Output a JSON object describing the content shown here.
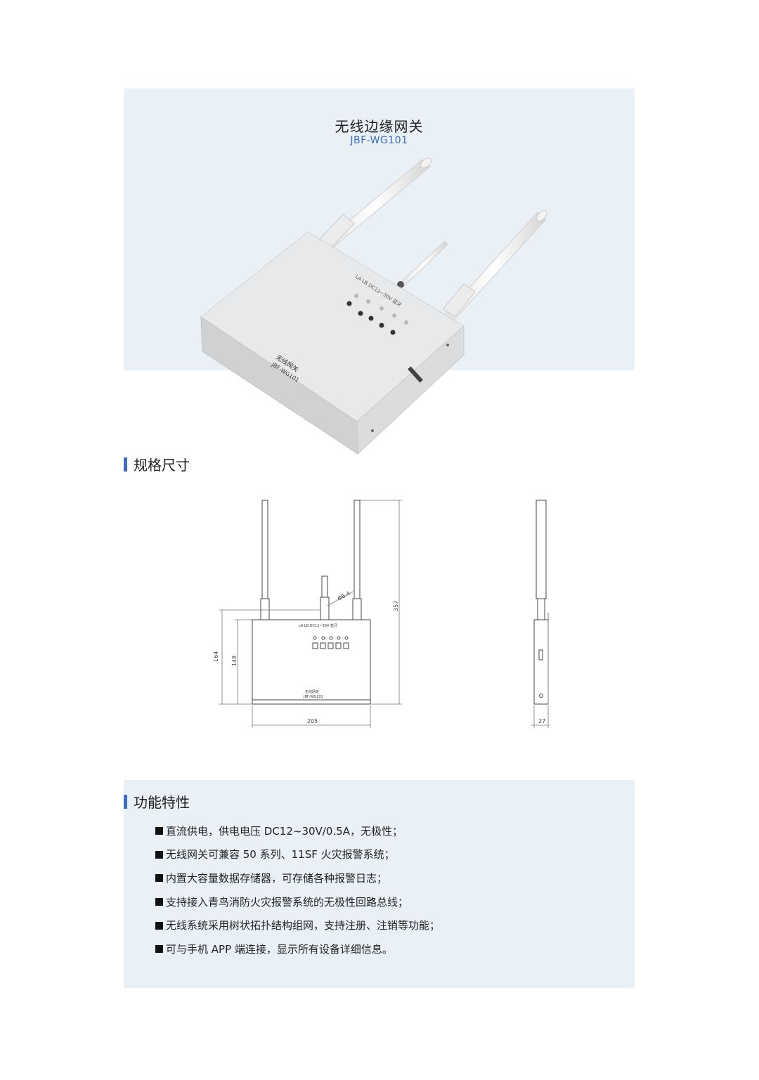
{
  "hero": {
    "title": "无线边缘网关",
    "model": "JBF-WG101"
  },
  "device": {
    "panel_header": "LA LB  DC12~30V  蓝牙",
    "front_label_line1": "无线网关",
    "front_label_line2": "JBF-WG101"
  },
  "spec": {
    "heading": "规格尺寸",
    "dim_width": "205",
    "dim_height_outer": "164",
    "dim_height_inner": "148",
    "dim_total_height": "357",
    "dim_antenna_diameter": "Φ6.4",
    "dim_depth": "27",
    "drawing_header": "LA LB DC12~30V  蓝牙",
    "drawing_label_line1": "无线网关",
    "drawing_label_line2": "JBF-WG101"
  },
  "features": {
    "heading": "功能特性",
    "items": [
      "直流供电，供电电压 DC12~30V/0.5A，无极性；",
      "无线网关可兼容 50 系列、11SF 火灾报警系统；",
      "内置大容量数据存储器，可存储各种报警日志；",
      "支持接入青鸟消防火灾报警系统的无极性回路总线；",
      "无线系统采用树状拓扑结构组网，支持注册、注销等功能；",
      "可与手机 APP 端连接，显示所有设备详细信息。"
    ]
  },
  "colors": {
    "accent": "#3b6fc6",
    "panel_bg": "#e9f0f6",
    "device_body": "#e6e7e8"
  }
}
